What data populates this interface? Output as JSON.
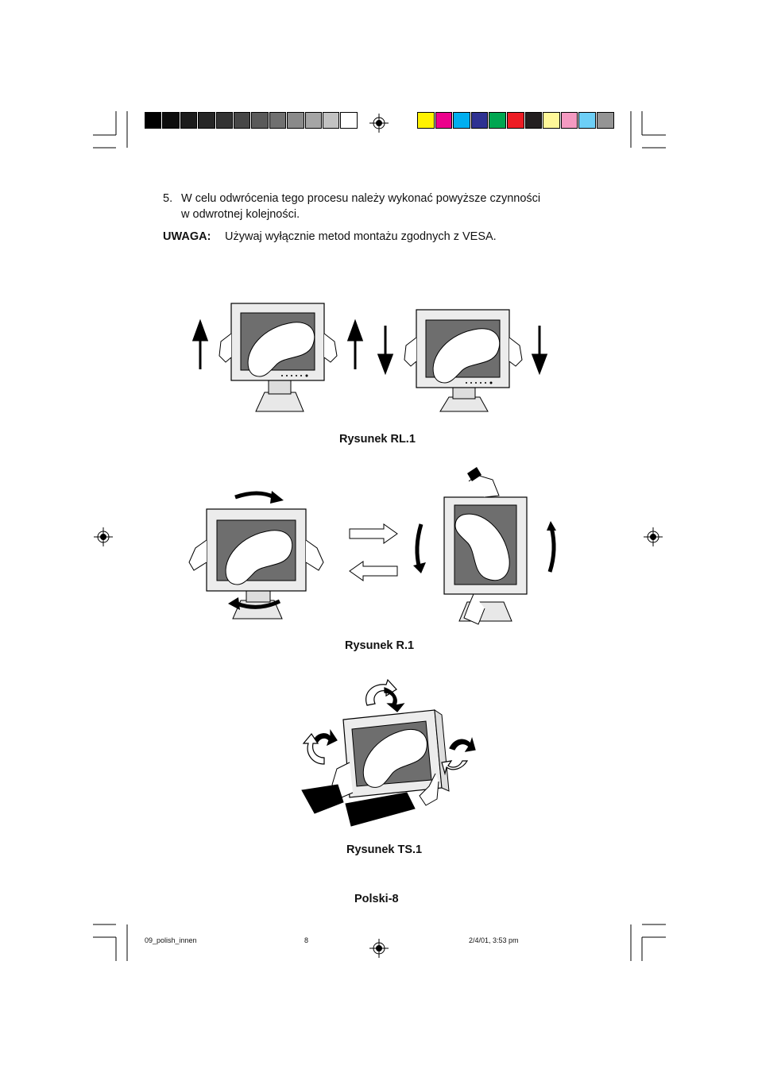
{
  "step": {
    "number": "5.",
    "line1": "W celu odwrócenia tego procesu należy wykonać powyższe czynności",
    "line2": "w odwrotnej kolejności."
  },
  "note": {
    "label": "UWAGA:",
    "text": "Używaj wyłącznie metod montażu zgodnych z VESA."
  },
  "figures": {
    "rl": "Rysunek RL.1",
    "r": "Rysunek R.1",
    "ts": "Rysunek TS.1"
  },
  "page_label": "Polski-8",
  "slug": {
    "file": "09_polish_innen",
    "page": "8",
    "date": "2/4/01, 3:53 pm"
  },
  "colors": {
    "gray_bar": [
      "#000000",
      "#0d0d0d",
      "#1c1c1c",
      "#262626",
      "#333333",
      "#474747",
      "#5a5a5a",
      "#707070",
      "#8a8a8a",
      "#a5a5a5",
      "#c2c2c2",
      "#ffffff"
    ],
    "color_bar": [
      "#fff200",
      "#ec008c",
      "#00aeef",
      "#2e3192",
      "#00a651",
      "#ed1c24",
      "#231f20",
      "#fff799",
      "#f49ac1",
      "#6dcff6",
      "#949494"
    ]
  }
}
